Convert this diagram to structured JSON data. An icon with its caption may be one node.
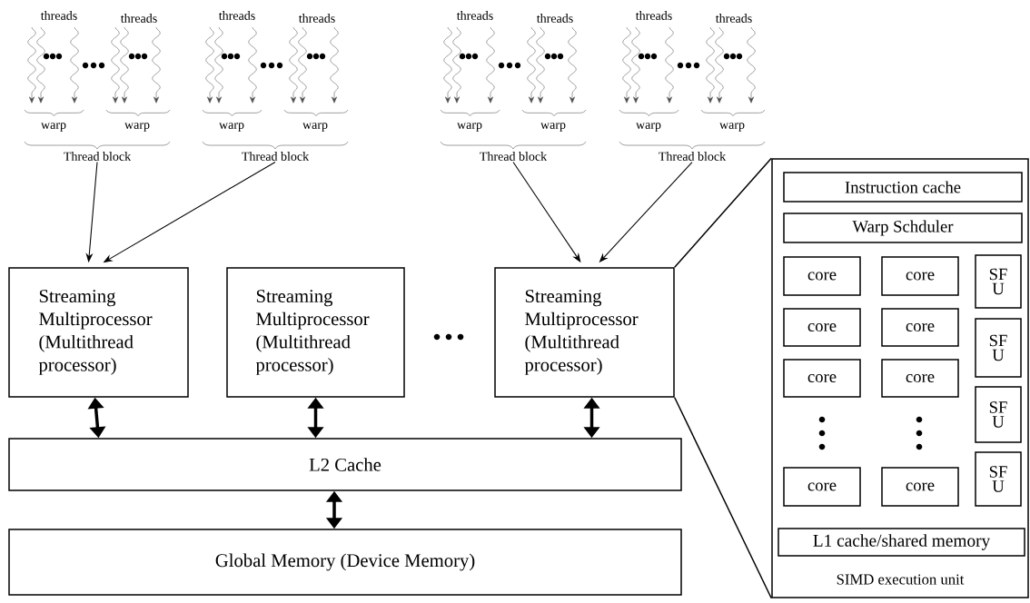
{
  "diagram": {
    "nodes": [
      {
        "text": [
          "Thread block"
        ]
      },
      {
        "text": [
          "Thread block"
        ]
      },
      {
        "text": [
          "Thread block"
        ]
      },
      {
        "text": [
          "Thread block"
        ]
      },
      {
        "text": [
          "Streaming Multiprocessor (Multithread processor)"
        ]
      },
      {
        "text": [
          "Streaming Multiprocessor (Multithread processor)"
        ]
      },
      {
        "text": [
          "Streaming Multiprocessor (Multithread processor)"
        ]
      },
      {
        "text": [
          "L2 Cache"
        ]
      },
      {
        "text": [
          "Global Memory (Device Memory)"
        ]
      },
      {
        "text": [
          "SIMD execution unit"
        ]
      },
      {
        "text": [
          "Instruction cache"
        ],
        "in": 9
      },
      {
        "text": [
          "Warp Schduler"
        ],
        "in": 9
      },
      {
        "text": [
          "core"
        ],
        "in": 9
      },
      {
        "text": [
          "core"
        ],
        "in": 9
      },
      {
        "text": [
          "core"
        ],
        "in": 9
      },
      {
        "text": [
          "core"
        ],
        "in": 9
      },
      {
        "text": [
          "core"
        ],
        "in": 9
      },
      {
        "text": [
          "core"
        ],
        "in": 9
      },
      {
        "text": [
          "core"
        ],
        "in": 9
      },
      {
        "text": [
          "core"
        ],
        "in": 9
      },
      {
        "text": [
          "SF U"
        ],
        "in": 9
      },
      {
        "text": [
          "SF U"
        ],
        "in": 9
      },
      {
        "text": [
          "SF U"
        ],
        "in": 9
      },
      {
        "text": [
          "SF U"
        ],
        "in": 9
      },
      {
        "text": [
          "L1 cache/shared memory"
        ],
        "in": 9
      }
    ],
    "edges": [
      {
        "from": 0,
        "to": 4,
        "arrow": "to"
      },
      {
        "from": 1,
        "to": 4,
        "arrow": "to"
      },
      {
        "from": 2,
        "to": 6,
        "arrow": "to"
      },
      {
        "from": 3,
        "to": 6,
        "arrow": "to"
      },
      {
        "from": 4,
        "to": 7,
        "arrow": "both",
        "style": "thick"
      },
      {
        "from": 5,
        "to": 7,
        "arrow": "both",
        "style": "thick"
      },
      {
        "from": 6,
        "to": 7,
        "arrow": "both",
        "style": "thick"
      },
      {
        "from": 7,
        "to": 8,
        "arrow": "both",
        "style": "thick"
      },
      {
        "from": 6,
        "to": 9,
        "arrow": "none"
      },
      {
        "from": 6,
        "to": 9,
        "arrow": "none"
      }
    ],
    "labels": [
      "threads",
      "threads",
      "threads",
      "threads",
      "threads",
      "threads",
      "threads",
      "threads",
      "warp",
      "warp",
      "warp",
      "warp",
      "warp",
      "warp",
      "warp",
      "warp"
    ]
  }
}
